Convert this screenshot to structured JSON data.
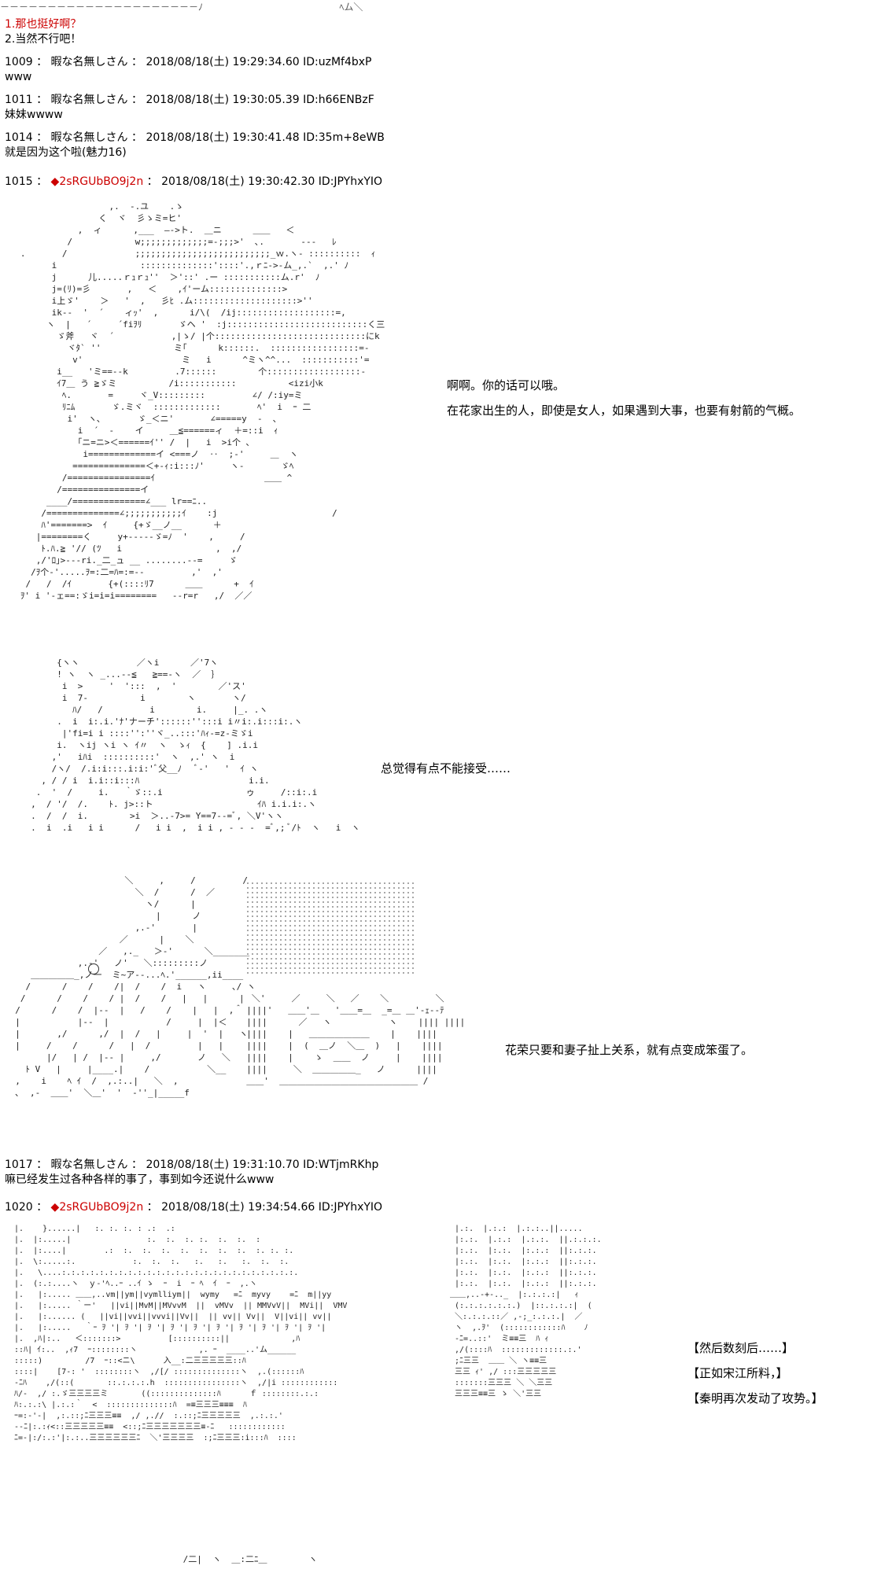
{
  "top_rule": "－－－－－－－－－－－－－－－－－－－－－ﾉ                        ﾍム＼",
  "choices": [
    "1.那也挺好啊？",
    "2.当然不行吧！"
  ],
  "posts": [
    {
      "num": "1009",
      "name": "暇な名無しさん",
      "date": "2018/08/18(土) 19:29:34.60",
      "id": "ID:uzMf4bxP",
      "body": "www"
    },
    {
      "num": "1011",
      "name": "暇な名無しさん",
      "date": "2018/08/18(土) 19:30:05.39",
      "id": "ID:h66ENBzF",
      "body": "妹妹wwww"
    },
    {
      "num": "1014",
      "name": "暇な名無しさん",
      "date": "2018/08/18(土) 19:30:41.48",
      "id": "ID:35m+8eWB",
      "body": "就是因为这个啦(魅力16)"
    },
    {
      "num": "1015",
      "op_mark": "◆",
      "op_name": "2sRGUbBO9j2n",
      "date": "2018/08/18(土) 19:30:42.30",
      "id": "ID:JPYhxYIO",
      "body": ""
    },
    {
      "num": "1017",
      "name": "暇な名無しさん",
      "date": "2018/08/18(土) 19:31:10.70",
      "id": "ID:WTjmRKhp",
      "body": "嘛已经发生过各种各样的事了，事到如今还说什么www"
    },
    {
      "num": "1020",
      "op_mark": "◆",
      "op_name": "2sRGUbBO9j2n",
      "date": "2018/08/18(土) 19:34:54.66",
      "id": "ID:JPYhxYIO",
      "body": ""
    }
  ],
  "dialogue": {
    "d1_line1": "啊啊。你的话可以哦。",
    "d1_line2": "在花家出生的人，即使是女人，如果遇到大事，也要有射箭的气概。",
    "d2": "总觉得有点不能接受……",
    "d3": "花荣只要和妻子扯上关系，就有点变成笨蛋了。",
    "d4_line1": "【然后数刻后……】",
    "d4_line2": "【正如宋江所料，】",
    "d4_line3": "【秦明再次发动了攻势。】"
  },
  "aa_art": {
    "art1": "                    ,.  -.ユ    .ゝ\n                  く  ヾ  彡ゝミ=ヒ'\n              ,  ィ      ,___  ―‐>ト.  ＿ニ      ＿＿   ＜\n            /            w;;;;;;;;;;;;;=-;;;>'  ､.       ---   ﾚ\n   .       /             ;;;;;;;;;;;;;;;;;;;;;;;;;;_ｗ.ヽ‐ ::::::::::  ｨ\n         i                ::::::::::::::'::::'.,ｒﾆ‐>‐ム_,.`  ,.' ﾉ\n         j      儿.....ｒｭｒｭ''  ＞'::' .ー :::::::::::ム.r'  ﾉ\n         j=(ﾘ)=彡       ,   ＜    ,ｲ'ーム::::::::::::::>\n         i上ゞ'    ＞   '  ,   彡ﾋ .ム::::::::::::::::::::>''\n         ik--  '  ´    ィｯ'  ,      i/\\(  /ij:::::::::::::::::::=,\n        ヽ  |   ´     ´fiｦﾘ       ゞヘ '  :j:::::::::::::::::::::::::::く三\n          ゞ斧   ヾ  ´           ,|ゝ/ |个:::::::::::::::::::::::::::::にk\n            ヾﾀ` ''              ミ｢      k::::::.  :::::::::::::::::=-\n             v'                   ミ   i      ^ミヽ^^...  :::::::::::'=\n          i__   'ミ==--k         .7::::::        个::::::::::::::::::-\n          ｲ7＿ う ≧ゞミ          /i:::::::::::          <izi小k\n           ﾍ.       =     ヾ_V:::::::::         ∠/ /:iy=ミ\n           ﾘﾆﾑ       ゞ.ミヾ  :::::::::::::       ﾍ'  i  ｰ 二\n            i'  ヽ､       ゞ_＜ニ'       ∠=====y  -  ､\n              i  ´  -    イ     ＿≦======ィ  ＋=::i  ｨ\n              ｢ニ=ニ>＜======ｲ'' /  |   i  >i个 ､\n               i=============イ <===ノ  ‥  ;-'     ＿  ヽ\n             ==============＜+-ｨ:i:::ﾉ'     ヽ-       ゞﾍ\n           /================ｲ                     ＿＿ ^\n          /===============イ   \n        ____/==============∠___ lr==ﾆ..\n       /==============∠;;;;;;;;;;;ｲ    :j                      /\n       ﾊ'=======>  ｲ     {+ゞ__ノ__      ＋\n      |========く     y+-----ゞ=ﾉ  '    ,     /\n       ﾄ.ﾊ.≧ '// (ﾂ   i                  ,  ,/\n      ,/'ﾛ｣>---ri._二_ュ __ ........--=     ゞ\n     /ｦ个‐'.....ｦ=:二=ﾊ=:=--         ,'  ,'\n    /   /  /ｲ       {+(::::ﾘ7      ＿＿      +  ｲ\n   ｦ' i '‐ェ==:ゞi=i=i========   --r=r   ,/  ／／",
    "art2": "          {ヽヽ           ／ヽi      ／'7ヽ\n          ! ヽ  ヽ _...-‐≦   ≧==-ヽ  ／  ｝\n           i  >     '  ':::  ,  '        ／'ス'\n           i  7-          i        ヽ       ヽ/\n             ﾊ/   /         i        i.     |_. .ヽ\n          .  i  i:.i.'ﾅ'ナーチ'::::::'':::i i〃i:.i:::i:.ヽ\n           |'fi=i i ::::'':''ヾ_..:::'ﾊｨ-=z-ミゞi\n          i.  ヽij ヽi ヽ ｲ〃  ヽ  ゝｨ  {    ] .i.i\n         ,'   iﾊi  ::::::::::'  ヽ  ,.' ヽ  i\n         /ヽ/  /.i:i:::.i:i:'ﾞ父__ﾉ   ﾞ‐'   '  ｲ ヽ\n       , / / i  i.i::i:::ﾊ                     i.i.\n      .  '  /     i.   ｀ゞ::.i                ゥ     /::i:.i\n     ,  / '/  /.    ﾄ. j>::ト                    ｲﾊ i.i.i:.ヽ\n     .  /  /  i.        >i  ＞..-7>= Y==7-‐=ﾞ, ＼V'ヽヽ\n     .  i  .i   i i      /   i i  ,  i i , - - -  =ﾞ,; ﾞ/ﾄ  ヽ   i  ヽ",
    "art3": "                       ＼     ,     /         /\n                         ＼  /      /  ／\n                           ヽ/      |\n                             |      ノ\n                         ,.-'       |\n                      ／      |    ＼\n                  ／   ,._   ＞-'      ＼_______\n              ,.-'   ノ'   ＼:::::::::ノ        \n     ＿＿＿＿＿_,ノ一  ミ~ア‐-...ﾍ.'______,ii____\n    /      /    /    /|  /    /  i   ヽ     ､/ ヽ\n   /      /    /    / |  /    /   |   |      |   \n  /      /    /  |--  |   /    /    |   |  ,＾   \n  |           |--  |           /     |  |＜    \n  |       ,/      ,/  |  /   |     |  '  |   ヽ\n  |     /    /      /   |  /         |   |   \n        |/   | /  |-- |     ,/       ノ   ＼ \n    ﾄ V   |     |____.|    /           ＼__   \n  ,    i    ﾍ ｲ  /  ,.:..|   ＼  ,        \n  ､  ,‐  ＿＿'  ＼＿'  '  ‐''_|_____f",
    "art3b": "   ＼'     ／     ＼   ／    ＼         ＼\n  ||||'   ＿＿'＿   '＿＿=＿  _=＿ ＿'-ｪ--ﾃ\n  ||||      ／   ヽ           ヽ    |||| ||||\n  ||||    |   ＿＿＿＿＿＿＿    |    ||||\n  ||||    |  (  ＿ノ  ＼＿  )   |    ||||\n  ||||    |    ゝ  ＿＿  ノ     |    ||||\n  ||||     ＼  ＿＿＿＿＿_   ノ      ||||\n  ＿＿'  ＿＿＿＿＿＿＿＿＿＿＿＿＿＿＿＿ /\n",
    "art4": "  |.    }......|   :. :. :. : .:  .:\n  |.  |:.....|                :.  :.  :. :.  :.  :.  :\n  |.  |:....|        .:  :.  :.  :.  :.  :.  :.  :.  :. :. :.\n  |.  \\:.....:.            :.  :.  :.   :.   :.   :.  :.  :.\n  |.   \\....:.:.:.:.:.:.:.:.:.:.:.:.:.:.:.:.:.:.:.:.:.:.:.:.:.\n  |.  (:.:....ヽ  ｙ-'ﾍ..ｰ ..ｲ ゝ  ｰ  i  ｰ ﾍ  ｲ  ｰ  ,.ヽ\n  |.   |:..... ＿＿,..vm||ym||vymlliym||  wymy   =ﾆ  myvy    =ﾆ  m||yy\n  |.   |:..... ｀ー'   ||vi||MvM||MVvvM  ||  vMVv  || MMVvV||  MVi||  VMV\n  |.   |:...... (   ||vi||vvi||vvvi||Vv||  || vv|| Vv||  V||vi|| vv||\n  |.   |:.....   ｀ｰ ｦ '| ｦ '| ｦ '| ｦ '| ｦ '| ｦ '| ｦ '| ｦ '| ｦ '| ｦ '|\n  |.  ,ﾊ|:..   ＜:::::::>          [::::::::::||             ,ﾊ\n  ::ﾊ| ｲ:..  ,ｨ7  ｰ::::::::ヽ             ,. ｰ  ____..'ム______\n  :::::)         /7  ｰ::<ニ\\      入__:二三三三三三::ﾊ\n  ::::|    [7-: '  ::::::::ヽ  ,/[/ ::::::::::::::ヽ  ,.(::::::ﾊ\n  -ﾆﾊ    ,/(::(       ::.:.:.:.h  ::::::::::::::::ヽ  ,/|i ::::::::::::\n  ﾊ/-  ,/ :.ゞ三三三三ミ       ((::::::::::::::ﾊ      ｆ ::::::::.:.:\n  ﾊ:.:.:\\ |.:.:｀  <  ::::::::::::::ﾊ  =≡三三三≡≡≡  ﾊ\n  ｰ=:-'-|  ,:.::;ﾆ三三三≡≡  ,/ ,.//  :.::;ﾆ三三三三三  ,.:.:.'\n  --ﾆ|:.:ｨ<::三三三三三≡≡  <::;ﾆ三三三三三三三≡-ﾆ   ::::::::::::\n  ﾆ=-|:/:.:'|:.:..三三三三三三ﾆ  ＼'三三三三  :;ﾆ三三三:i:::ﾊ  ::::",
    "art4b": "  |.:.  |.:.:  |.:.:..||.....\n  |:.:.  |.:.:  |.:.:.  ||.:.:.:.\n  |:.:.  |:.:.  |:.:.:  ||:.:.:.\n  |:.:.  |:.:.  |:.:.:  ||:.:.:.\n  |:.:.  |:.:.  |:.:.:  ||:.:.:.\n  |:.:.  |:.:.  |:.:.:  ||:.:.:.\n ＿＿,..-+-.._  |:.:.:.:|   ｨ\n  (:.:.:.:.:.:.)  |::.:.:.:|  ( \n  ＼:.:.:.::／ ,-;_:.:.:.|  ／ \n  ヽ  ,.ｦ'  (::::::::::::ﾊ    ﾉ\n  -ﾆ=..::'  ミ≡≡三  ﾊ ｨ\n  ,/(::::ﾊ  :::::::::::::.:.'\n  ;ﾆ三三  ＿＿ ＼ ヽ≡≡三\n  三三 ｨ' ,/ :::三三三三三\n  :::::::三三三 ＼ ＼三三\n  三三三≡≡三 ゝ ＼'三三",
    "art5": "                 /二|  ヽ  ＿:二ﾆ＿        ヽ"
  }
}
